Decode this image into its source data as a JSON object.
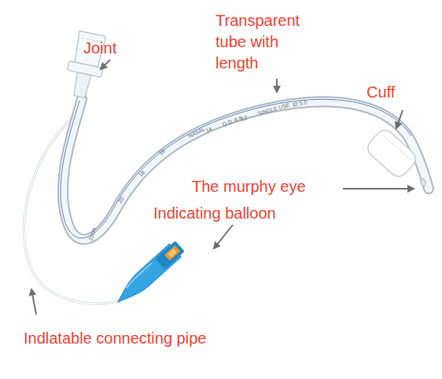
{
  "diagram": {
    "labels": [
      "Joint",
      "Transparent tube with length",
      "Cuff",
      "The murphy eye",
      "Indicating balloon",
      "Indlatable connecting pipe",
      "ID 5.0",
      "SINGLE USE",
      "O.D. 6.9",
      "NASAL",
      "12",
      "14",
      "16",
      "18",
      "20",
      "22cm"
    ]
  }
}
